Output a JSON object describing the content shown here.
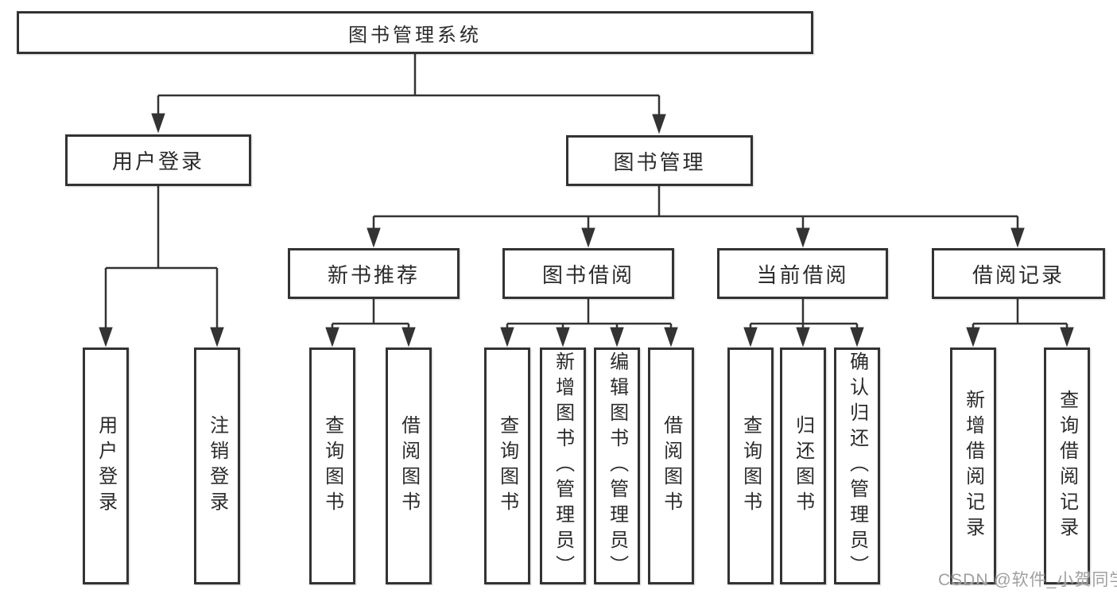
{
  "colors": {
    "background": "#ffffff",
    "line": "#333333",
    "box_border": "#333333",
    "text": "#2b2b2b",
    "watermark": "#9f9f9f"
  },
  "watermark": "CSDN @软件_小贺同学",
  "nodes": {
    "root": "图书管理系统",
    "user_login": "用户登录",
    "book_management": "图书管理",
    "new_book_recommend": "新书推荐",
    "book_borrow": "图书借阅",
    "current_borrow": "当前借阅",
    "borrow_record": "借阅记录",
    "leaf_user_login": "用户登录",
    "leaf_logout": "注销登录",
    "leaf_recommend_query_book": "查询图书",
    "leaf_recommend_borrow_book": "借阅图书",
    "leaf_borrow_query_book": "查询图书",
    "leaf_borrow_add_book": "新增图书（管理员）",
    "leaf_borrow_edit_book": "编辑图书（管理员）",
    "leaf_borrow_borrow_book": "借阅图书",
    "leaf_current_query_book": "查询图书",
    "leaf_current_return_book": "归还图书",
    "leaf_current_confirm_return": "确认归还（管理员）",
    "leaf_record_add_record": "新增借阅记录",
    "leaf_record_query_record": "查询借阅记录"
  },
  "hierarchy": {
    "图书管理系统": {
      "用户登录": [
        "用户登录",
        "注销登录"
      ],
      "图书管理": {
        "新书推荐": [
          "查询图书",
          "借阅图书"
        ],
        "图书借阅": [
          "查询图书",
          "新增图书（管理员）",
          "编辑图书（管理员）",
          "借阅图书"
        ],
        "当前借阅": [
          "查询图书",
          "归还图书",
          "确认归还（管理员）"
        ],
        "借阅记录": [
          "新增借阅记录",
          "查询借阅记录"
        ]
      }
    }
  }
}
